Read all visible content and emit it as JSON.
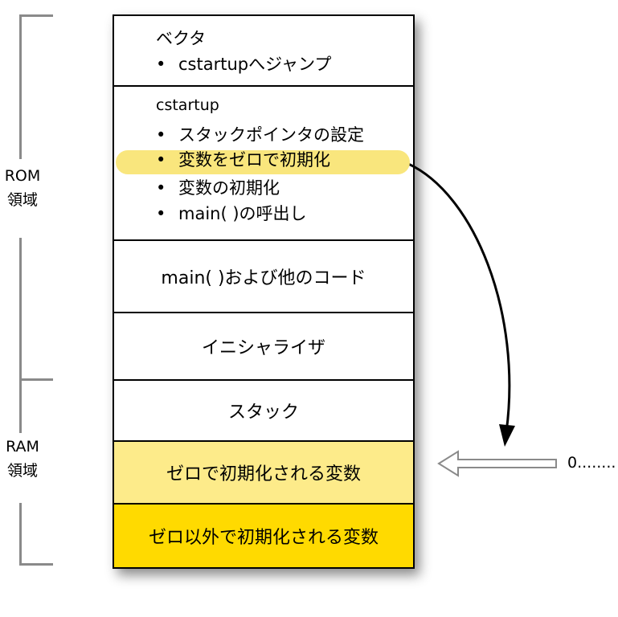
{
  "regions": {
    "rom": [
      "ROM",
      "領域"
    ],
    "ram": [
      "RAM",
      "領域"
    ]
  },
  "blocks": {
    "vector": {
      "title": "ベクタ",
      "items": [
        "cstartupへジャンプ"
      ]
    },
    "cstartup": {
      "title": "cstartup",
      "items": [
        "スタックポインタの設定",
        "変数をゼロで初期化",
        "変数の初期化",
        "main( )の呼出し"
      ]
    },
    "main_code": "main( )および他のコード",
    "initializer": "イニシャライザ",
    "stack": "スタック",
    "zero_init_vars": "ゼロで初期化される変数",
    "nonzero_init_vars": "ゼロ以外で初期化される変数"
  },
  "bullet": "•",
  "zero_label": "0........",
  "colors": {
    "highlight": "#f9e67d",
    "zero_init_fill": "#fdeb8a",
    "nonzero_init_fill": "#ffda00",
    "bracket": "#8a8a8a"
  }
}
